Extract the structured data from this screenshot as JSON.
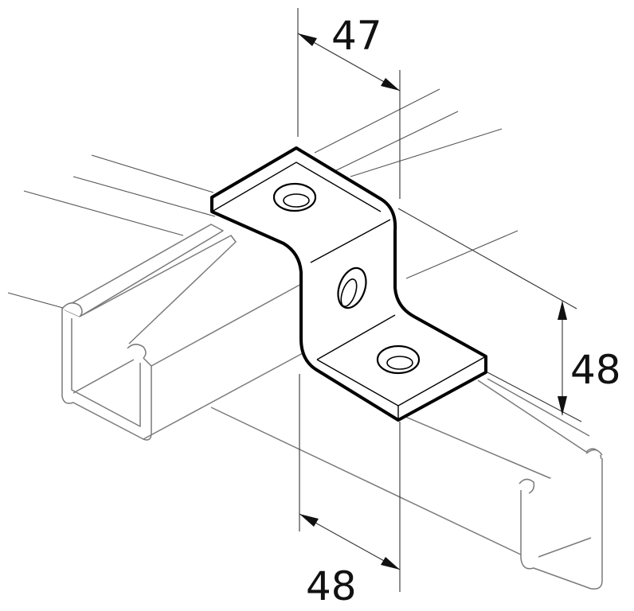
{
  "dimensions": {
    "top_width": "47",
    "height": "48",
    "bottom_width": "48"
  },
  "colors": {
    "line": "#000000",
    "channel_outline": "#7a7a7a",
    "background": "#ffffff"
  }
}
